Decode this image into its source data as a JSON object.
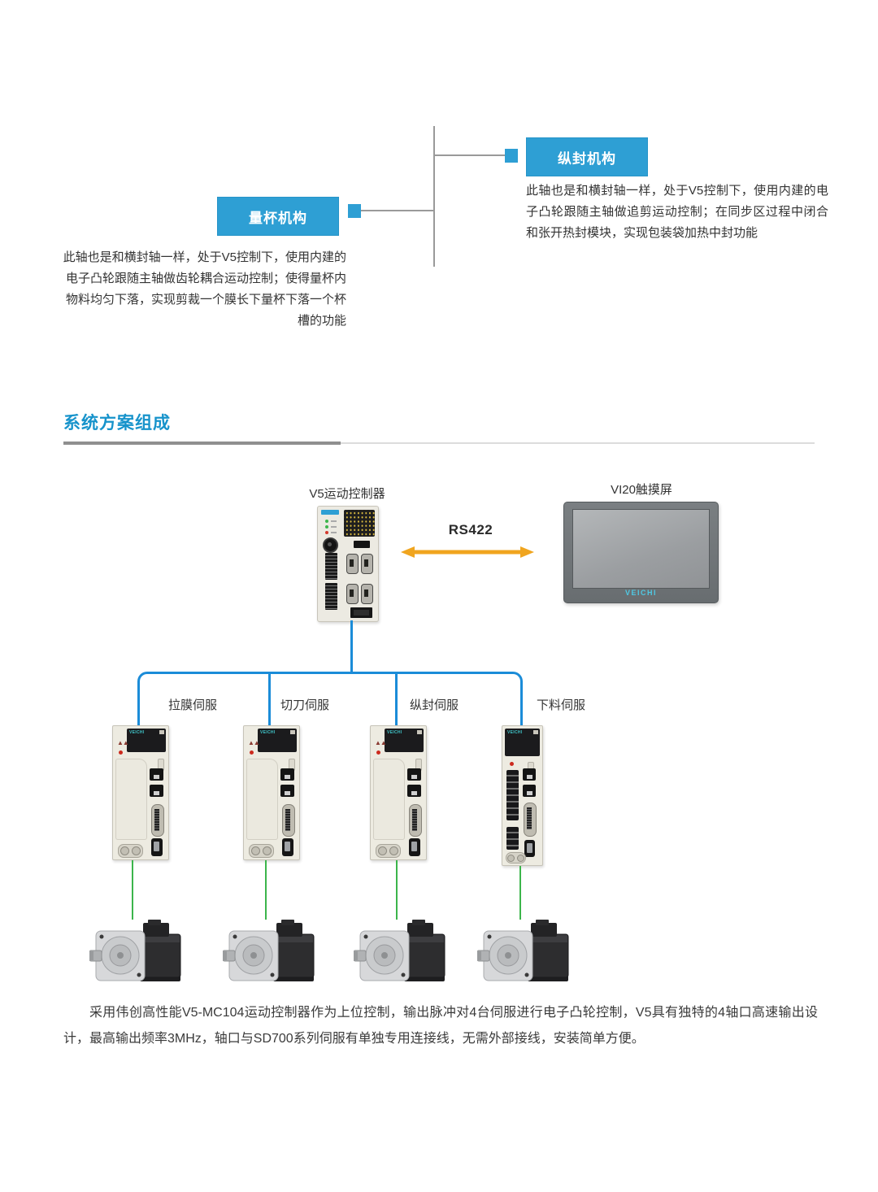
{
  "top_diagram": {
    "right_box": {
      "label": "纵封机构",
      "desc": "此轴也是和横封轴一样，处于V5控制下，使用内建的电子凸轮跟随主轴做追剪运动控制；在同步区过程中闭合和张开热封模块，实现包装袋加热中封功能"
    },
    "left_box": {
      "label": "量杯机构",
      "desc": "此轴也是和横封轴一样，处于V5控制下，使用内建的电子凸轮跟随主轴做齿轮耦合运动控制；使得量杯内物料均匀下落，实现剪裁一个膜长下量杯下落一个杯槽的功能"
    }
  },
  "section": {
    "title": "系统方案组成"
  },
  "scheme": {
    "controller_label": "V5运动控制器",
    "hmi_label": "VI20触摸屏",
    "hmi_logo": "VEICHI",
    "link_label": "RS422",
    "drive_logo": "VEICHI",
    "servo_labels": [
      "拉膜伺服",
      "切刀伺服",
      "纵封伺服",
      "下料伺服"
    ]
  },
  "footer": {
    "paragraph": "采用伟创高性能V5-MC104运动控制器作为上位控制，输出脉冲对4台伺服进行电子凸轮控制，V5具有独特的4轴口高速输出设计，最高输出频率3MHz，轴口与SD700系列伺服有单独专用连接线，无需外部接线，安装简单方便。"
  },
  "colors": {
    "accent_blue": "#2E9FD4",
    "heading_blue": "#1793CB",
    "line_blue": "#1B8CD8",
    "green": "#3CB54B",
    "orange": "#F0A51F",
    "gray_line": "#9A9A9A"
  }
}
